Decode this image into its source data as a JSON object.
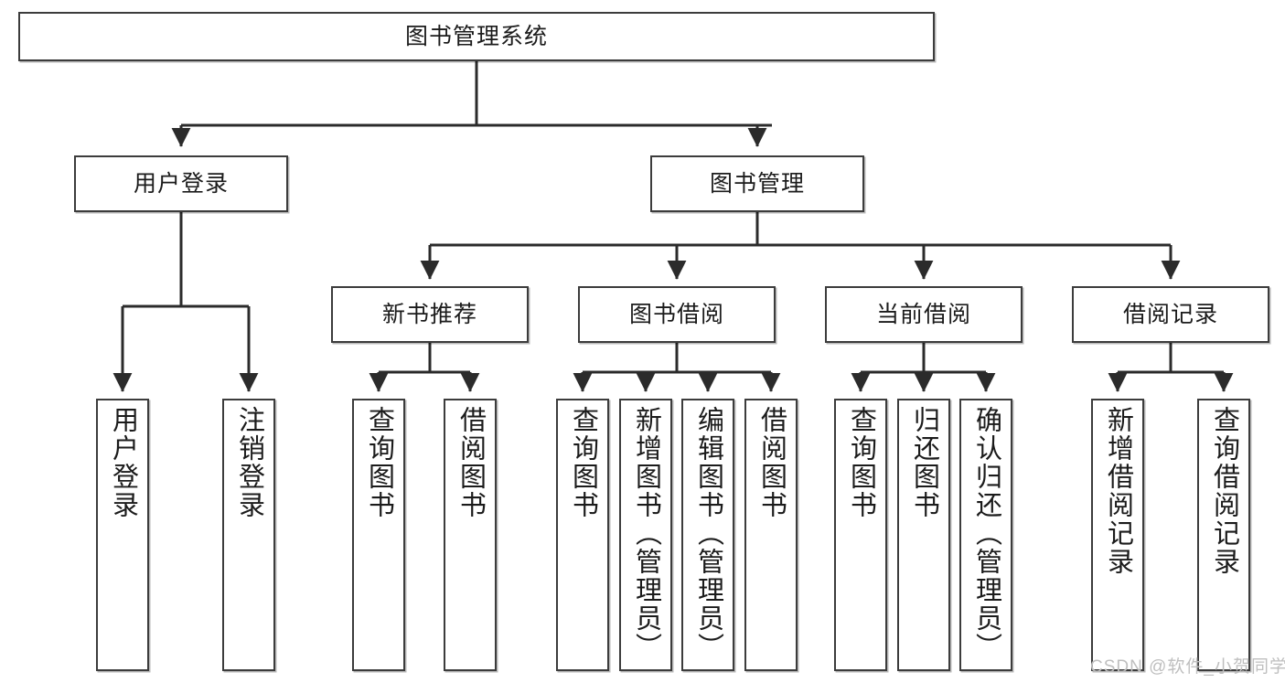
{
  "diagram": {
    "type": "tree-hierarchy-chart",
    "title": "图书管理系统",
    "colors": {
      "box_border": "#3c3c3c",
      "box_fill": "#ffffff",
      "edge": "#2b2b2b",
      "text": "#1b1b1b",
      "watermark": "#bfbfbf"
    },
    "nodes": {
      "root": {
        "label": "图书管理系统",
        "level": 1,
        "orientation": "horizontal"
      },
      "user_login": {
        "label": "用户登录",
        "level": 2,
        "orientation": "horizontal"
      },
      "book_manage": {
        "label": "图书管理",
        "level": 2,
        "orientation": "horizontal"
      },
      "new_book_rec": {
        "label": "新书推荐",
        "level": 3,
        "orientation": "horizontal"
      },
      "book_borrow": {
        "label": "图书借阅",
        "level": 3,
        "orientation": "horizontal"
      },
      "current_borrow": {
        "label": "当前借阅",
        "level": 3,
        "orientation": "horizontal"
      },
      "borrow_record": {
        "label": "借阅记录",
        "level": 3,
        "orientation": "horizontal"
      },
      "leaf_user_login": {
        "label": "用户登录",
        "level": 4,
        "orientation": "vertical"
      },
      "leaf_logout": {
        "label": "注销登录",
        "level": 4,
        "orientation": "vertical"
      },
      "leaf_query_book_1": {
        "label": "查询图书",
        "level": 4,
        "orientation": "vertical"
      },
      "leaf_borrow_book_1": {
        "label": "借阅图书",
        "level": 4,
        "orientation": "vertical"
      },
      "leaf_query_book_2": {
        "label": "查询图书",
        "level": 4,
        "orientation": "vertical"
      },
      "leaf_add_book": {
        "label": "新增图书（管理员）",
        "level": 4,
        "orientation": "vertical"
      },
      "leaf_edit_book": {
        "label": "编辑图书（管理员）",
        "level": 4,
        "orientation": "vertical"
      },
      "leaf_borrow_book_2": {
        "label": "借阅图书",
        "level": 4,
        "orientation": "vertical"
      },
      "leaf_query_book_3": {
        "label": "查询图书",
        "level": 4,
        "orientation": "vertical"
      },
      "leaf_return_book": {
        "label": "归还图书",
        "level": 4,
        "orientation": "vertical"
      },
      "leaf_confirm_return": {
        "label": "确认归还（管理员）",
        "level": 4,
        "orientation": "vertical"
      },
      "leaf_add_record": {
        "label": "新增借阅记录",
        "level": 4,
        "orientation": "vertical"
      },
      "leaf_query_record": {
        "label": "查询借阅记录",
        "level": 4,
        "orientation": "vertical"
      }
    },
    "edges": [
      {
        "from": "root",
        "to": "user_login"
      },
      {
        "from": "root",
        "to": "book_manage"
      },
      {
        "from": "user_login",
        "to": "leaf_user_login"
      },
      {
        "from": "user_login",
        "to": "leaf_logout"
      },
      {
        "from": "book_manage",
        "to": "new_book_rec"
      },
      {
        "from": "book_manage",
        "to": "book_borrow"
      },
      {
        "from": "book_manage",
        "to": "current_borrow"
      },
      {
        "from": "book_manage",
        "to": "borrow_record"
      },
      {
        "from": "new_book_rec",
        "to": "leaf_query_book_1"
      },
      {
        "from": "new_book_rec",
        "to": "leaf_borrow_book_1"
      },
      {
        "from": "book_borrow",
        "to": "leaf_query_book_2"
      },
      {
        "from": "book_borrow",
        "to": "leaf_add_book"
      },
      {
        "from": "book_borrow",
        "to": "leaf_edit_book"
      },
      {
        "from": "book_borrow",
        "to": "leaf_borrow_book_2"
      },
      {
        "from": "current_borrow",
        "to": "leaf_query_book_3"
      },
      {
        "from": "current_borrow",
        "to": "leaf_return_book"
      },
      {
        "from": "current_borrow",
        "to": "leaf_confirm_return"
      },
      {
        "from": "borrow_record",
        "to": "leaf_add_record"
      },
      {
        "from": "borrow_record",
        "to": "leaf_query_record"
      }
    ],
    "watermark": "CSDN @软件_小贺同学"
  }
}
